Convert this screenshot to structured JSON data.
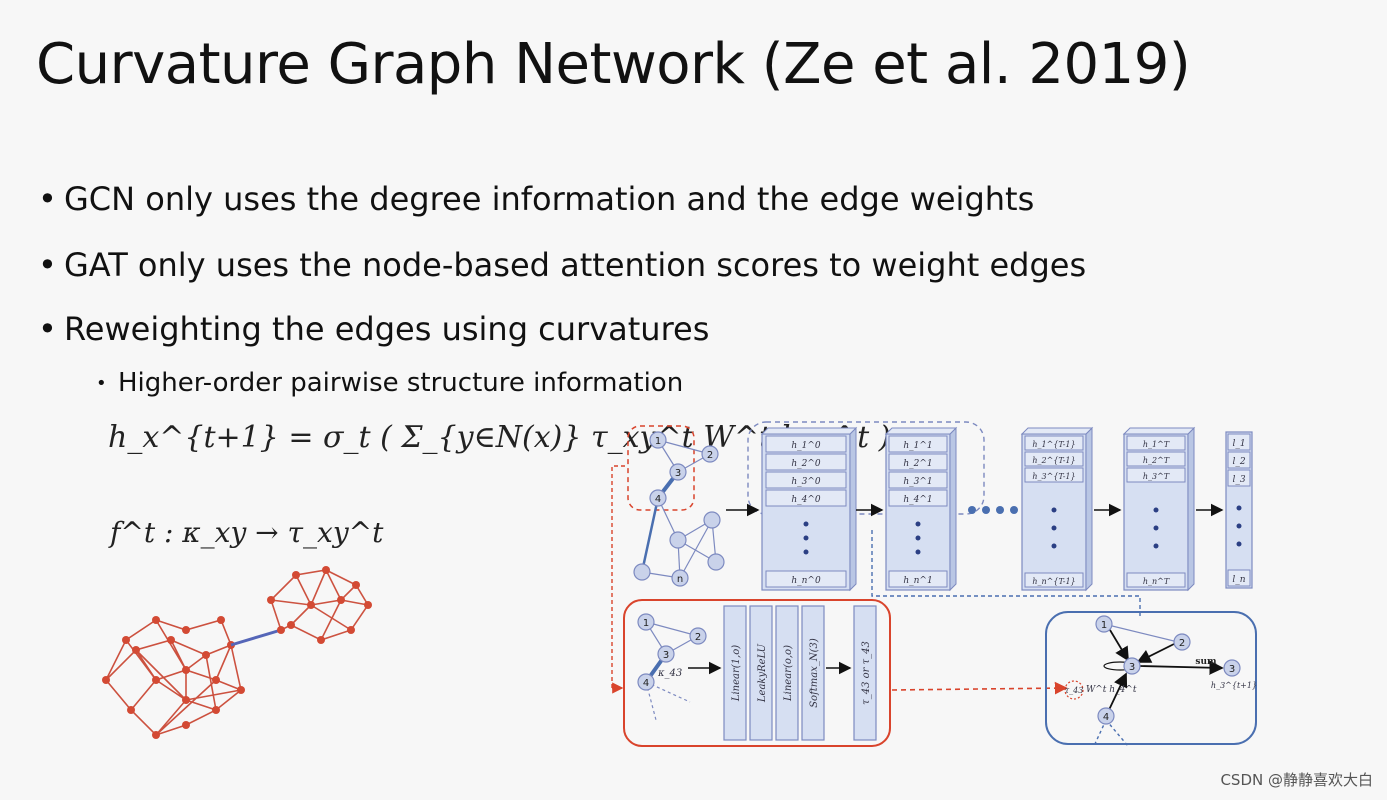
{
  "title": "Curvature Graph Network (Ze et al. 2019)",
  "bullets": [
    "GCN only uses the degree information and the edge weights",
    "GAT only uses the node-based attention scores to weight edges",
    "Reweighting the edges using curvatures"
  ],
  "sub_bullets": [
    "Higher-order pairwise structure information"
  ],
  "equations": {
    "update": "h_x^{t+1} = σ_t ( Σ_{y∈N(x)} τ_xy^t W^t h_y^t )",
    "map": "f^t : κ_xy → τ_xy^t"
  },
  "diagram": {
    "nodes": [
      "1",
      "2",
      "3",
      "4",
      "n"
    ],
    "layers": [
      [
        "h_1^0",
        "h_2^0",
        "h_3^0",
        "h_4^0",
        "h_n^0"
      ],
      [
        "h_1^1",
        "h_2^1",
        "h_3^1",
        "h_4^1",
        "h_n^1"
      ],
      [
        "h_1^{T-1}",
        "h_2^{T-1}",
        "h_3^{T-1}",
        "h_n^{T-1}"
      ],
      [
        "h_1^T",
        "h_2^T",
        "h_3^T",
        "h_n^T"
      ]
    ],
    "outputs": [
      "l_1",
      "l_2",
      "l_3",
      "l_n"
    ],
    "pipeline": [
      "Linear(1,o)",
      "LeakyReLU",
      "Linear(o,o)",
      "Softmax_N(3)"
    ],
    "tau_output": "τ_43 or τ_43",
    "kappa": "κ_43",
    "sum": "sum",
    "agg_term": "W^t h_4^t",
    "tau_small": "τ_43",
    "h_next": "h_3^{t+1}"
  },
  "watermark": "CSDN @静静喜欢大白",
  "colors": {
    "red": "#d9442c",
    "blue": "#4a6fb0",
    "node_fill": "#c9d2ea",
    "box_fill": "#d6dff2"
  }
}
